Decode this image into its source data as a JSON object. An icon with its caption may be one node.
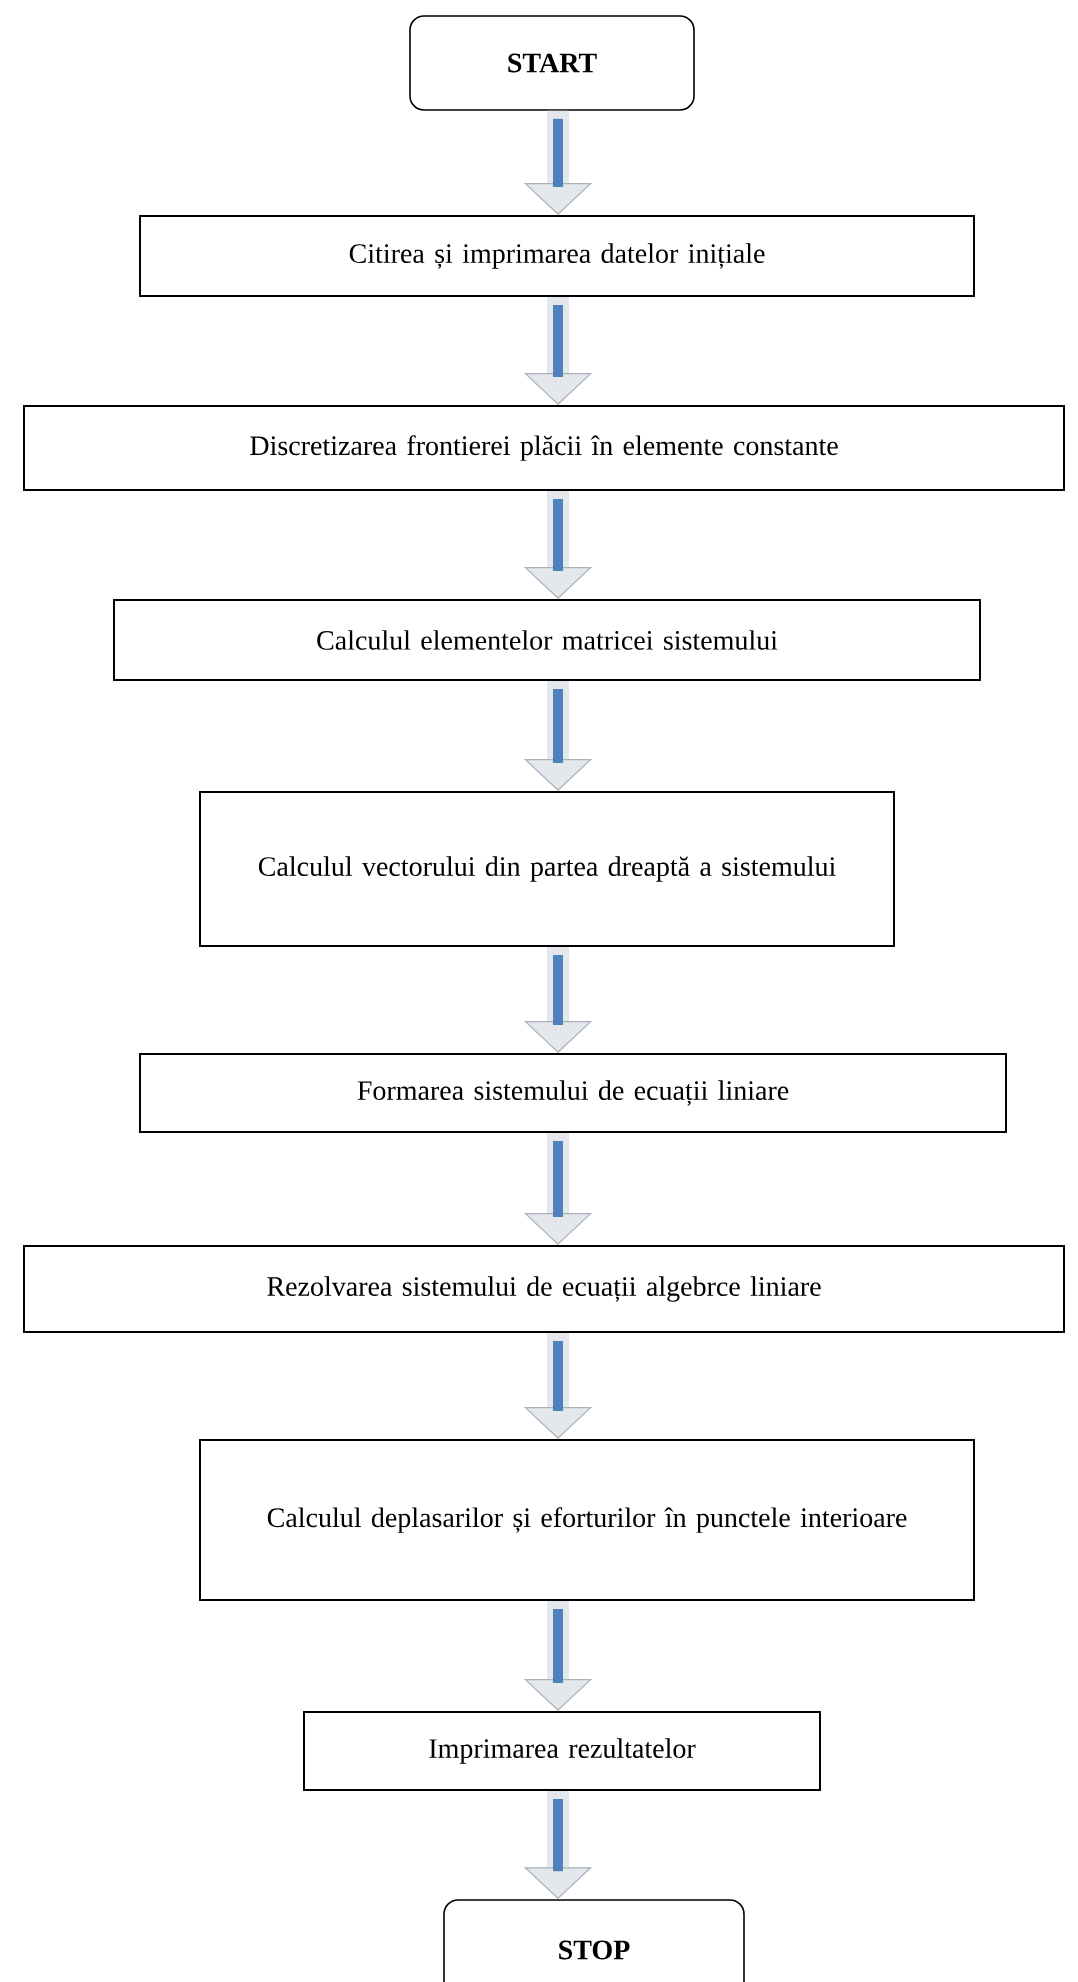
{
  "diagram": {
    "nodes": [
      {
        "text": [
          "START"
        ]
      },
      {
        "text": [
          "Citirea și imprimarea datelor inițiale"
        ]
      },
      {
        "text": [
          "Discretizarea frontierei plăcii în elemente constante"
        ]
      },
      {
        "text": [
          "Calculul elementelor matricei sistemului"
        ]
      },
      {
        "text": [
          "Calculul vectorului din partea dreaptă a sistemului"
        ]
      },
      {
        "text": [
          "Formarea sistemului de ecuații liniare"
        ]
      },
      {
        "text": [
          "Rezolvarea sistemului de ecuații algebrce liniare"
        ]
      },
      {
        "text": [
          "Calculul deplasarilor și  eforturilor în punctele interioare"
        ]
      },
      {
        "text": [
          "Imprimarea rezultatelor"
        ]
      },
      {
        "text": [
          "STOP"
        ]
      }
    ],
    "edges": [
      {
        "from": 0,
        "to": 1,
        "arrow": "to"
      },
      {
        "from": 1,
        "to": 2,
        "arrow": "to"
      },
      {
        "from": 2,
        "to": 3,
        "arrow": "to"
      },
      {
        "from": 3,
        "to": 4,
        "arrow": "to"
      },
      {
        "from": 4,
        "to": 5,
        "arrow": "to"
      },
      {
        "from": 5,
        "to": 6,
        "arrow": "to"
      },
      {
        "from": 6,
        "to": 7,
        "arrow": "to"
      },
      {
        "from": 7,
        "to": 8,
        "arrow": "to"
      },
      {
        "from": 8,
        "to": 9,
        "arrow": "to"
      }
    ]
  }
}
